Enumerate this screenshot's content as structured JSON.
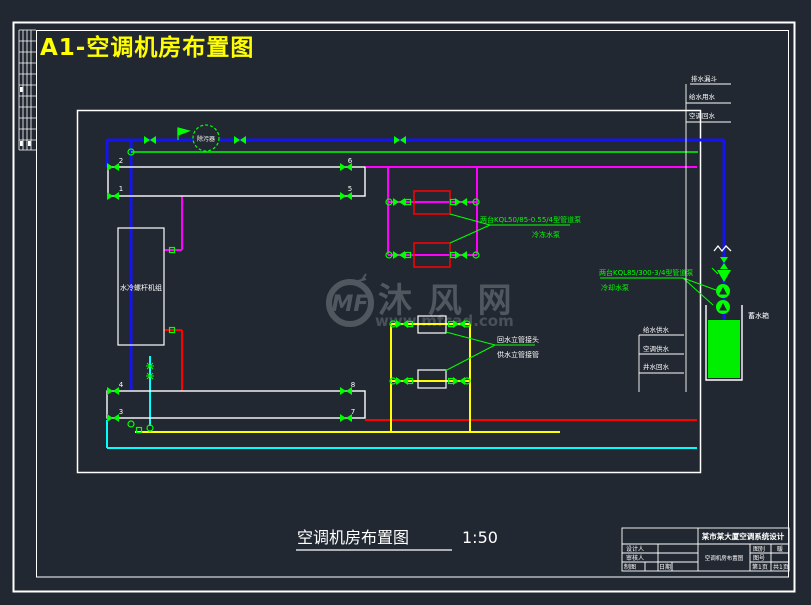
{
  "title": "A1-空调机房布置图",
  "caption": {
    "text": "空调机房布置图",
    "scale": "1:50"
  },
  "watermark": {
    "logo": "MF",
    "name": "沐 风 网",
    "url": "www.mfcad.com"
  },
  "schematic": {
    "strainer": "除污器",
    "chiller": "水冷螺杆机组",
    "tank": "蓄水箱",
    "chilled_pumps_spec": "两台KQL50/85-0.55/4型管道泵",
    "chilled_pumps_name": "冷冻水泵",
    "cooling_pumps_spec": "两台KQL85/300-3/4型管道泵",
    "cooling_pumps_name": "冷却水泵",
    "riser_label_top": "回水立管接头",
    "riser_label_bottom": "供水立管接管",
    "shaft_top_labels": [
      "排水漏斗",
      "给水用水",
      "空调回水"
    ],
    "shaft_mid_labels": [
      "给水供水",
      "空调供水",
      "井水回水"
    ],
    "port_numbers": [
      "2",
      "1",
      "6",
      "5",
      "4",
      "3",
      "8",
      "7"
    ]
  },
  "title_block": {
    "project": "某市某大厦空调系统设计",
    "drawing": "空调机房布置图",
    "designer": "设计人",
    "checker": "审核人",
    "drafter": "制图",
    "date": "日期",
    "sheet_type_label": "图别",
    "sheet_type": "暖",
    "sheet_no_label": "图号",
    "page": "第1页",
    "pages": "共1页"
  },
  "colors": {
    "chilled_supply_blue": "#1414f0",
    "condenser_green": "#00ff00",
    "return_magenta": "#ff00ff",
    "hot_red": "#ff0000",
    "cooling_yellow": "#ffff00",
    "drain_cyan": "#00ffff",
    "background": "#222831"
  }
}
